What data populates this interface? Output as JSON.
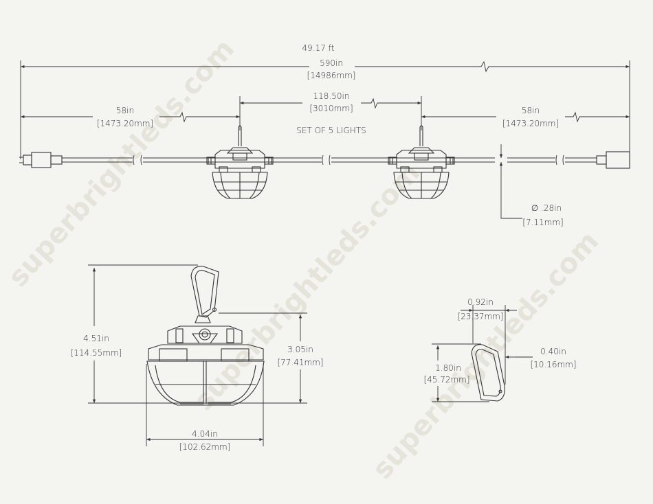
{
  "watermark": "superbrightleds.com",
  "overall": {
    "ft": "49.17 ft",
    "in": "590in",
    "mm": "[14986mm]"
  },
  "spacing": {
    "in": "118.50in",
    "mm": "[3010mm]"
  },
  "lead_left": {
    "in": "58in",
    "mm": "[1473.20mm]"
  },
  "lead_right": {
    "in": "58in",
    "mm": "[1473.20mm]"
  },
  "set_label": "SET OF  5 LIGHTS",
  "cable_diameter": {
    "in": "∅ .28in",
    "mm": "[7.11mm]"
  },
  "fixture": {
    "height_total": {
      "in": "4.51in",
      "mm": "[114.55mm]"
    },
    "height_body": {
      "in": "3.05in",
      "mm": "[77.41mm]"
    },
    "width": {
      "in": "4.04in",
      "mm": "[102.62mm]"
    }
  },
  "carabiner": {
    "width": {
      "in": "0.92in",
      "mm": "[23.37mm]"
    },
    "height": {
      "in": "1.80in",
      "mm": "[45.72mm]"
    },
    "gate": {
      "in": "0.40in",
      "mm": "[10.16mm]"
    }
  }
}
